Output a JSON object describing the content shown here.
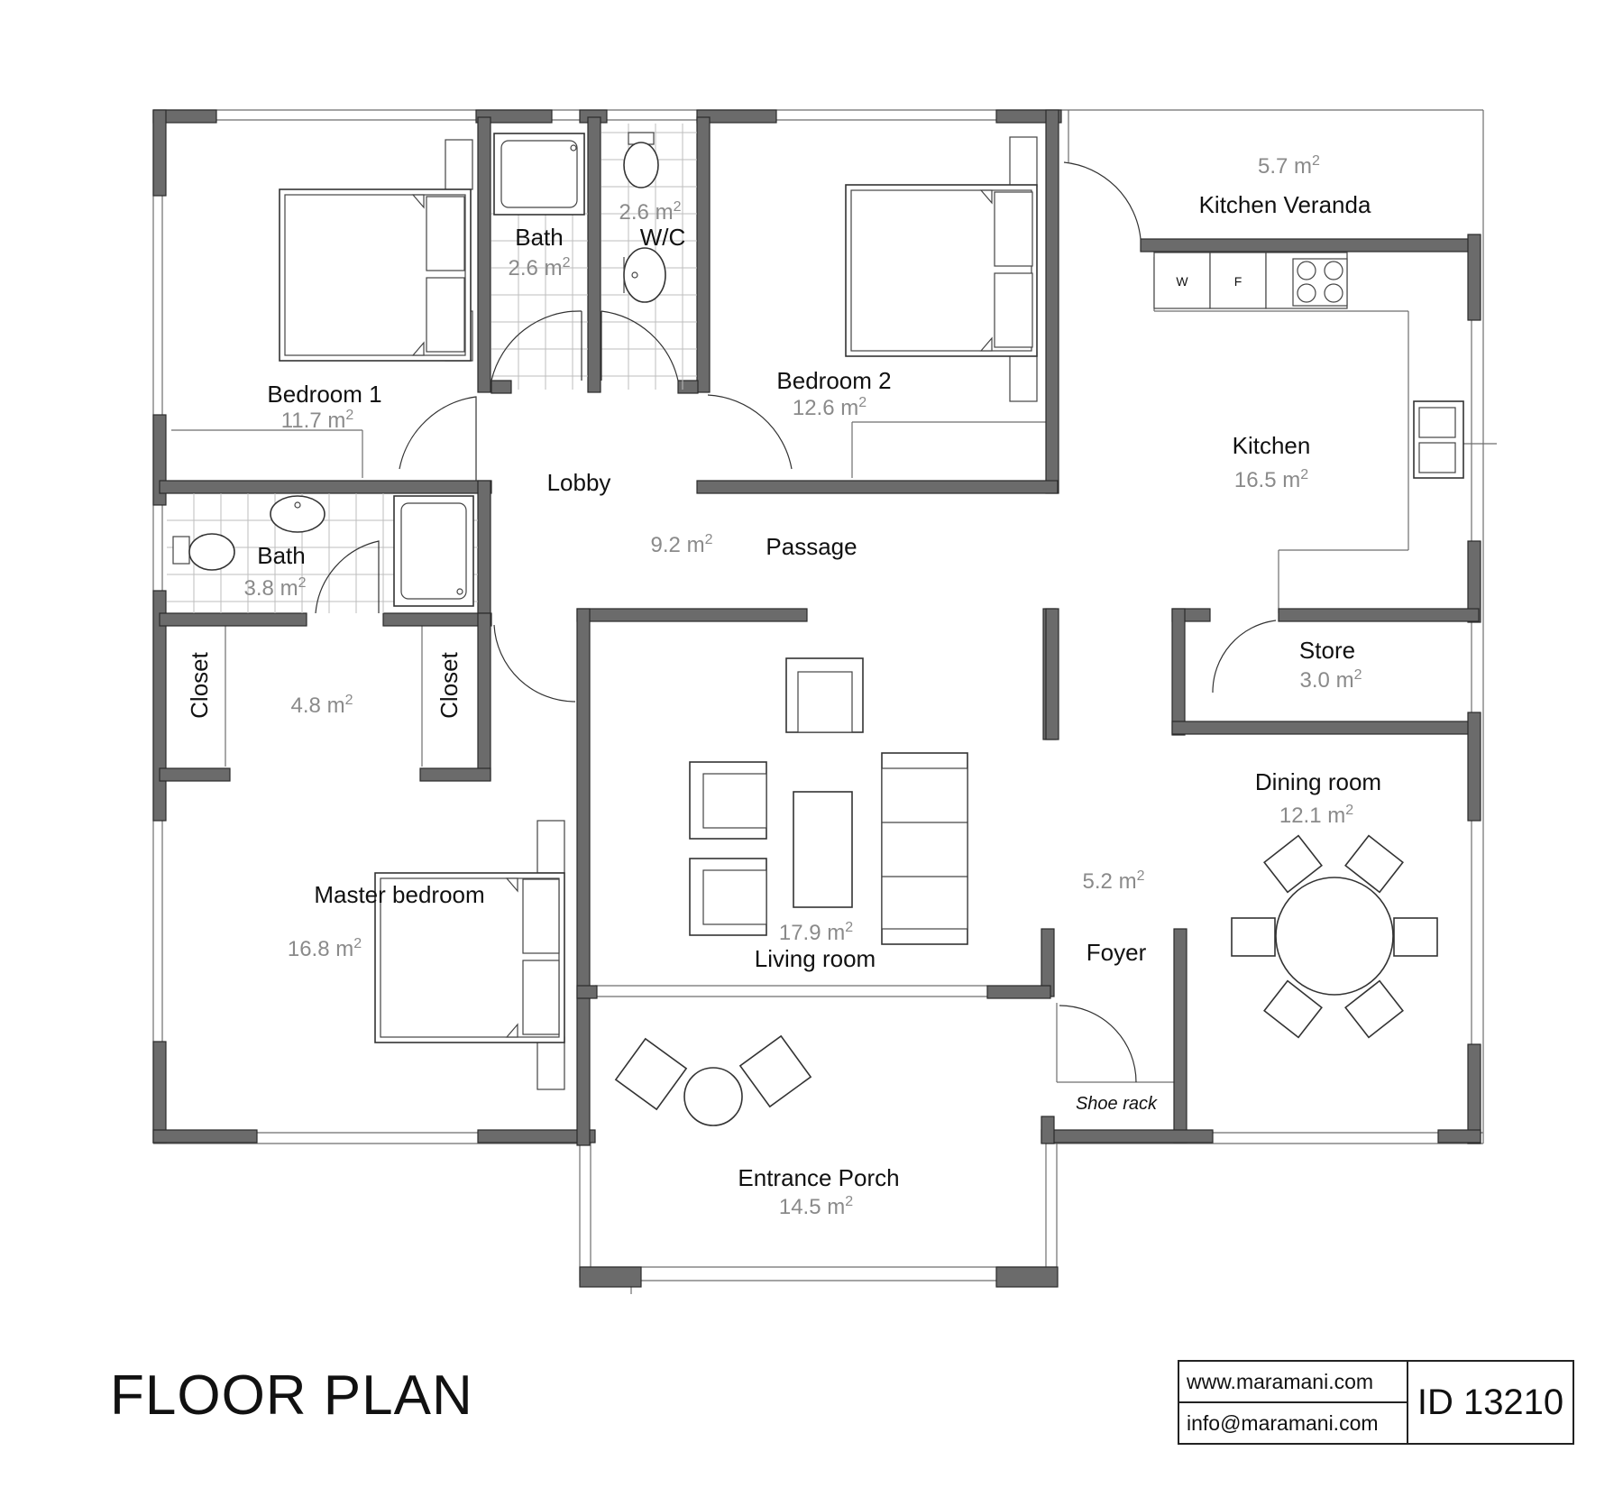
{
  "title": "FLOOR PLAN",
  "contact": {
    "website": "www.maramani.com",
    "email": "info@maramani.com",
    "plan_id": "ID 13210"
  },
  "area_unit": "m",
  "rooms": {
    "kitchen_veranda": {
      "name": "Kitchen Veranda",
      "area": "5.7"
    },
    "bath_1": {
      "name": "Bath",
      "area": "2.6"
    },
    "wc": {
      "name": "W/C",
      "area": "2.6"
    },
    "bedroom_1": {
      "name": "Bedroom 1",
      "area": "11.7"
    },
    "bedroom_2": {
      "name": "Bedroom 2",
      "area": "12.6"
    },
    "kitchen": {
      "name": "Kitchen",
      "area": "16.5"
    },
    "lobby": {
      "name": "Lobby"
    },
    "passage": {
      "name": "Passage",
      "area": "9.2"
    },
    "bath_2": {
      "name": "Bath",
      "area": "3.8"
    },
    "closet_left": {
      "name": "Closet"
    },
    "closet_right": {
      "name": "Closet"
    },
    "walk_in": {
      "area": "4.8"
    },
    "store": {
      "name": "Store",
      "area": "3.0"
    },
    "dining_room": {
      "name": "Dining room",
      "area": "12.1"
    },
    "master_bedroom": {
      "name": "Master bedroom",
      "area": "16.8"
    },
    "living_room": {
      "name": "Living room",
      "area": "17.9"
    },
    "foyer": {
      "name": "Foyer",
      "area": "5.2"
    },
    "shoe_rack": {
      "name": "Shoe rack"
    },
    "entrance_porch": {
      "name": "Entrance Porch",
      "area": "14.5"
    }
  },
  "appliances": {
    "washer": "W",
    "fridge": "F"
  }
}
